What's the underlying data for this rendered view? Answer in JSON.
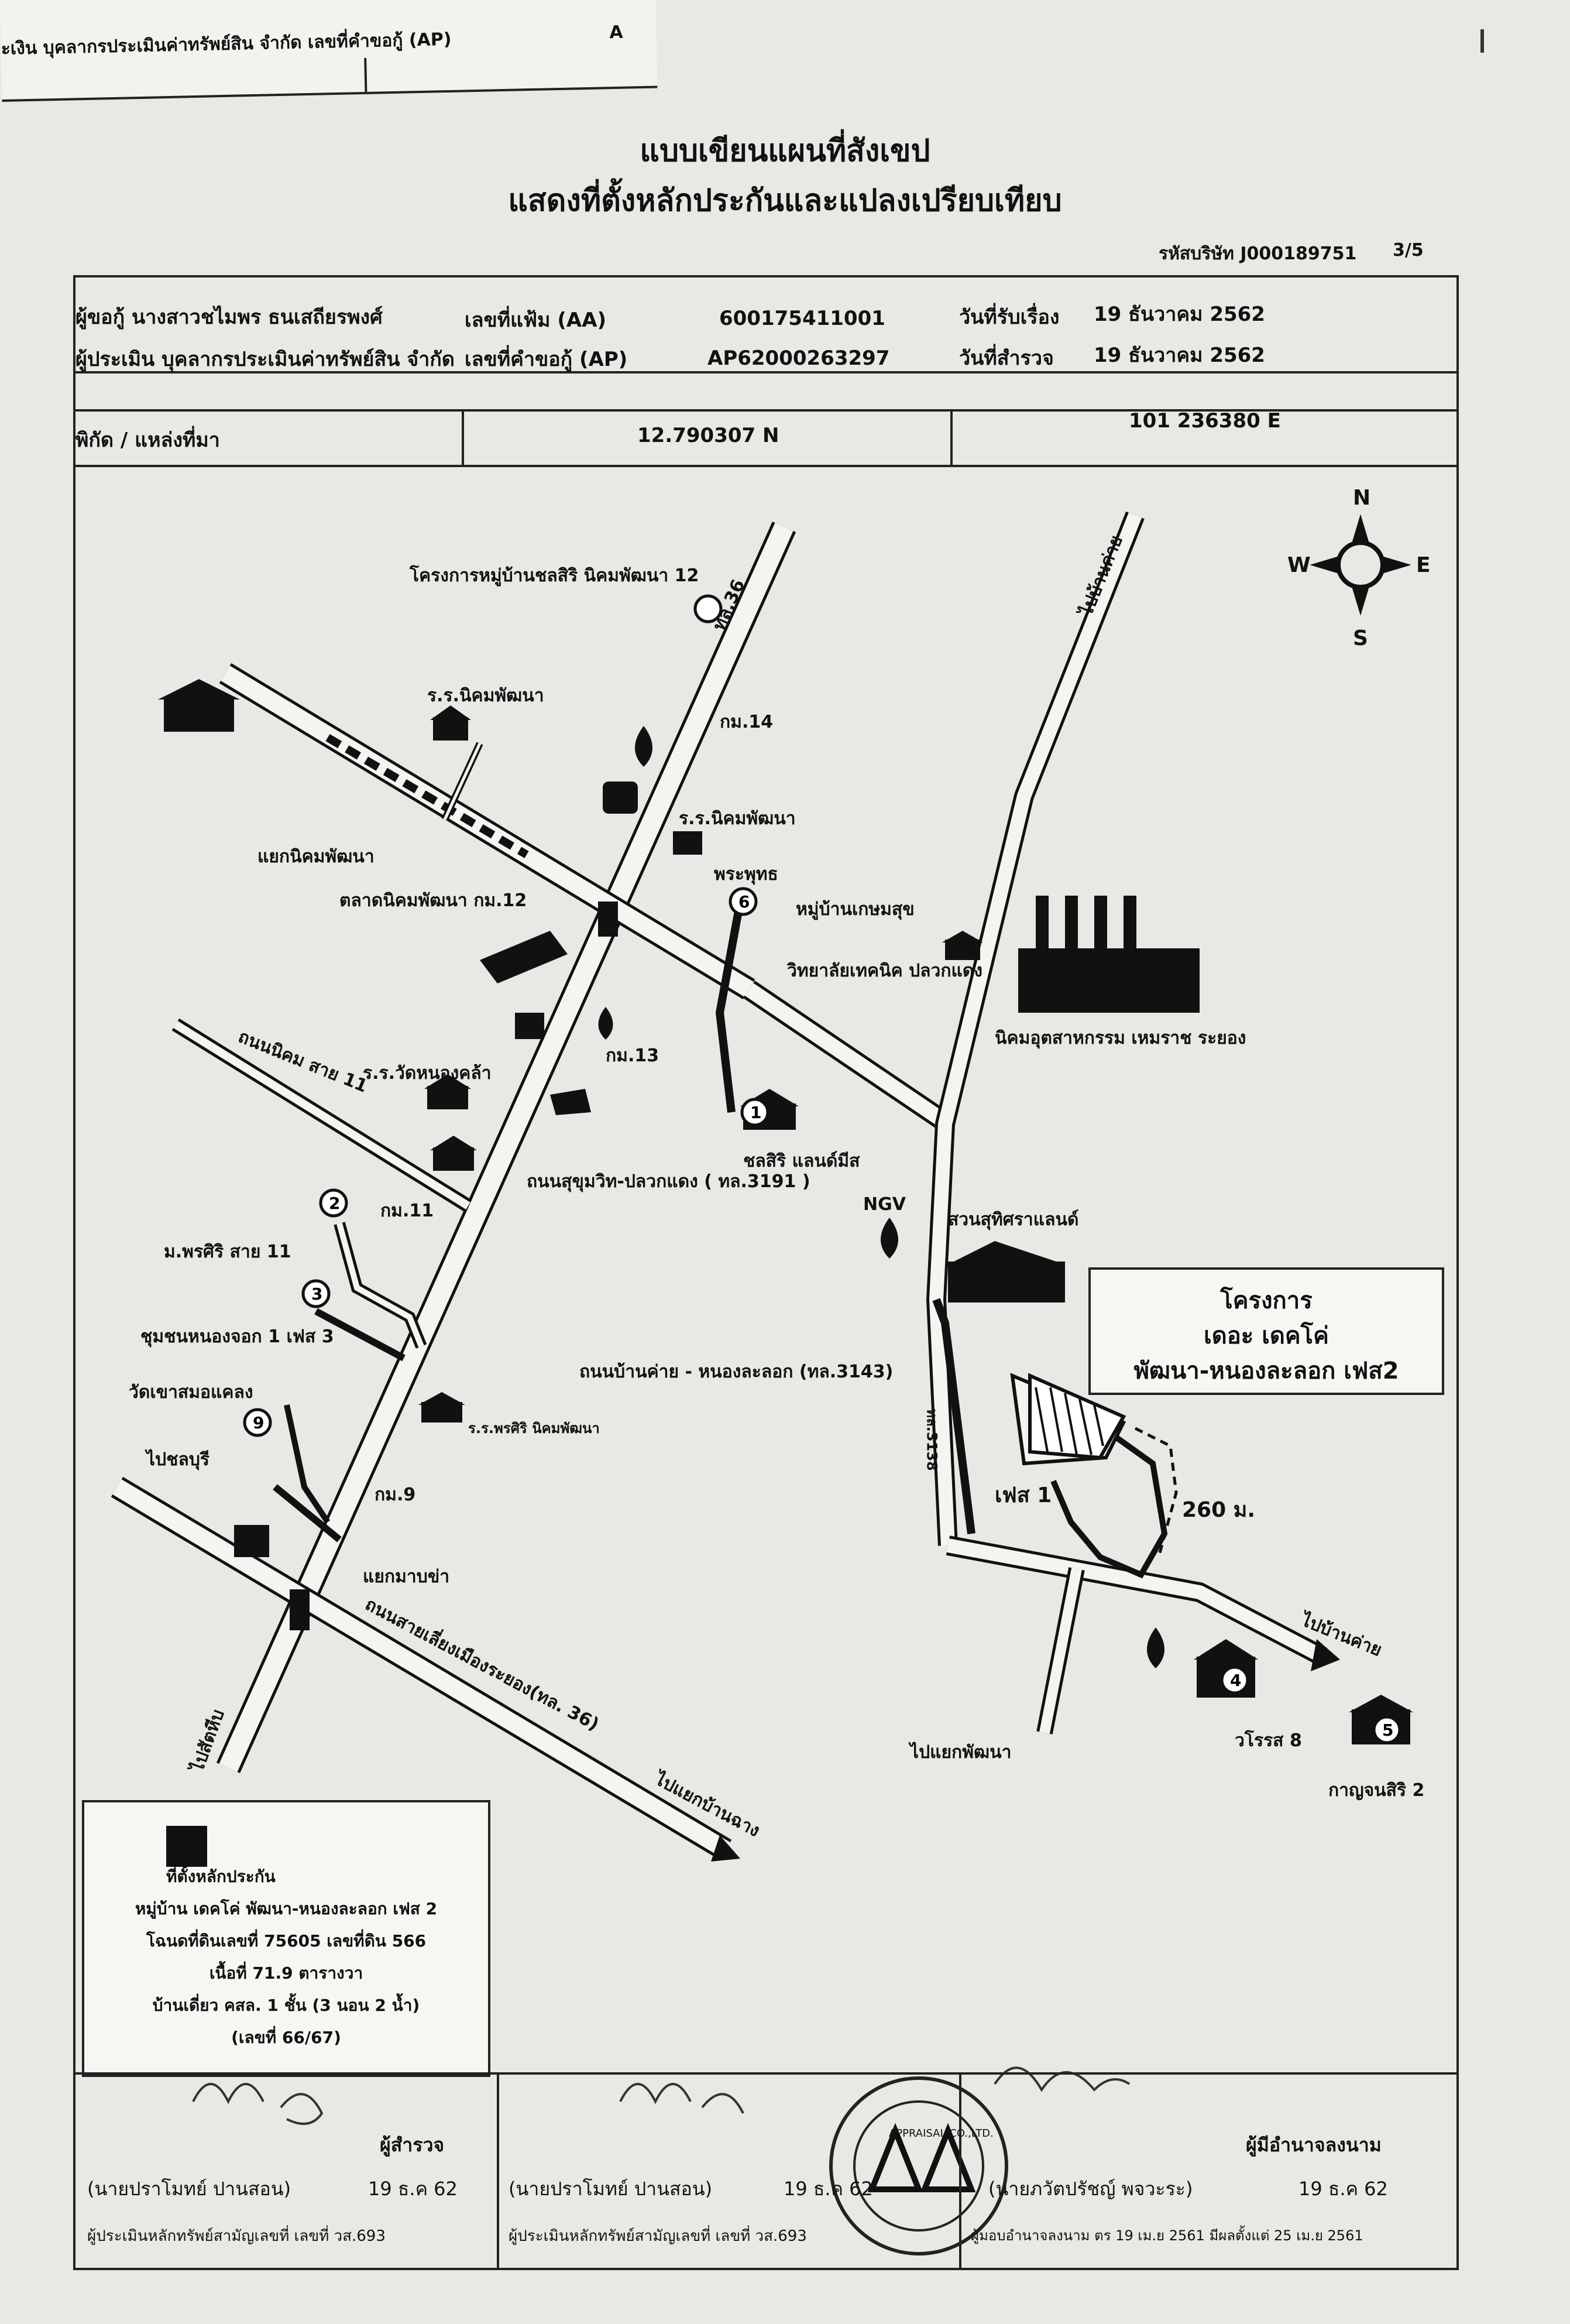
{
  "top_strip": {
    "row1": "ะเงิน บุคลากรประเมินค่าทรัพย์สิน จำกัด  เลขที่คำขอกู้ (AP)",
    "row1_suffix": "A"
  },
  "titles": {
    "line1": "แบบเขียนแผนที่สังเขป",
    "line2": "แสดงที่ตั้งหลักประกันและแปลงเปรียบเทียบ"
  },
  "ref_code": "รหัสบริษัท J000189751",
  "page_no": "3/5",
  "header": {
    "customer_label": "ผู้ขอกู้ นางสาวชไมพร ธนเสถียรพงศ์",
    "aa_label": "เลขที่แฟ้ม (AA)",
    "aa_value": "600175411001",
    "receive_label": "วันที่รับเรื่อง",
    "receive_value": "19 ธันวาคม 2562",
    "appraiser_label": "ผู้ประเมิน บุคลากรประเมินค่าทรัพย์สิน จำกัด",
    "ap_label": "เลขที่คำขอกู้ (AP)",
    "ap_value": "AP62000263297",
    "survey_label": "วันที่สำรวจ",
    "survey_value": "19 ธันวาคม 2562",
    "coord_label": "พิกัด / แหล่งที่มา",
    "lat": "12.790307 N",
    "lon": "101 236380 E"
  },
  "map": {
    "compass": {
      "n": "N",
      "s": "S",
      "e": "E",
      "w": "W"
    },
    "labels": {
      "proj_pluak": "โครงการหมู่บ้านชลสิริ นิคมพัฒนา 12",
      "road_304": "ทล.36",
      "km14": "กม.14",
      "school_nikhom": "ร.ร.นิคมพัฒนา",
      "market_nikhom": "ตลาดนิคมพัฒนา กม.12",
      "junction_nikhom": "แยกนิคมพัฒนา",
      "school_kimyong": "ร.ร.นิคมพัฒนา",
      "road_sai11": "ถนนนิคม สาย 11",
      "village_kasem": "หมู่บ้านเกษมสุข",
      "college": "วิทยาลัยเทคนิค ปลวกแดง",
      "industrial": "นิคมอุตสาหกรรม เหมราช ระยอง",
      "km13": "กม.13",
      "wat": "ร.ร.วัดหนองคล้า",
      "phra": "พระพุทธ",
      "chonlasiri": "ชลสิริ แลนด์มีส",
      "road_sukhumvit": "ถนนสุขุมวิท-ปลวกแดง ( ทล.3191 )",
      "km11": "กม.11",
      "nakorn": "ม.พรศิริ สาย 11",
      "chanthana": "ชุมชนหนองจอก 1 เฟส 3",
      "saisamon": "วัดเขาสมอแคลง",
      "lam": "ไปชลบุรี",
      "km9": "กม.9",
      "nikhom_school2": "ร.ร.พรศิริ นิคมพัฒนา",
      "rayong_road": "ถนนสายเลี่ยงเมืองระยอง(ทล. 36)",
      "junction_pluak": "แยกมาบข่า",
      "to_sukhumvit": "ไปสัตหีบ",
      "to_ban_chang": "ไปแยกบ้านฉาง",
      "ngv": "NGV",
      "park": "สวนสุทิศราแลนด์",
      "road_3143": "ถนนบ้านค่าย - หนองละลอก (ทล.3143)",
      "phase1": "เฟส 1",
      "dist": "260 ม.",
      "to_ban_khai": "ไปบ้านค่าย",
      "to_nongyai": "ไปแยกพัฒนา",
      "varis8": "วโรรส 8",
      "kanchanasiri": "กาญจนสิริ 2",
      "road_3138": "ทล.3138",
      "road_ban_khai": "ไปบ้านค่าย"
    }
  },
  "project_box": {
    "line1": "โครงการ",
    "line2": "เดอะ เดคโค่",
    "line3": "พัฒนา-หนองละลอก เฟส2"
  },
  "legend": {
    "title": "ที่ตั้งหลักประกัน",
    "l1": "หมู่บ้าน เดคโค่ พัฒนา-หนองละลอก เฟส 2",
    "l2": "โฉนดที่ดินเลขที่ 75605 เลขที่ดิน 566",
    "l3": "เนื้อที่ 71.9 ตารางวา",
    "l4": "บ้านเดี่ยว คสล. 1 ชั้น (3 นอน 2 น้ำ)",
    "l5": "(เลขที่ 66/67)"
  },
  "signatures": {
    "col1_role": "ผู้สำรวจ",
    "col1_name": "(นายปราโมทย์ ปานสอน)",
    "col1_date": "19 ธ.ค 62",
    "col1_lic": "ผู้ประเมินหลักทรัพย์สามัญเลขที่  เลขที่ วส.693",
    "col2_name": "(นายปราโมทย์ ปานสอน)",
    "col2_date": "19 ธ.ค 62",
    "col2_lic": "ผู้ประเมินหลักทรัพย์สามัญเลขที่  เลขที่ วส.693",
    "col3_role": "ผู้มีอำนาจลงนาม",
    "col3_name": "(นายภวัตปรัชญ์ พจวะระ)",
    "col3_date": "19 ธ.ค 62",
    "col3_auth": "ผู้มอบอำนาจลงนาม ตร 19 เม.ย 2561 มีผลตั้งแต่ 25 เม.ย 2561",
    "stamp_text": "APPRAISAL CO.,LTD."
  }
}
